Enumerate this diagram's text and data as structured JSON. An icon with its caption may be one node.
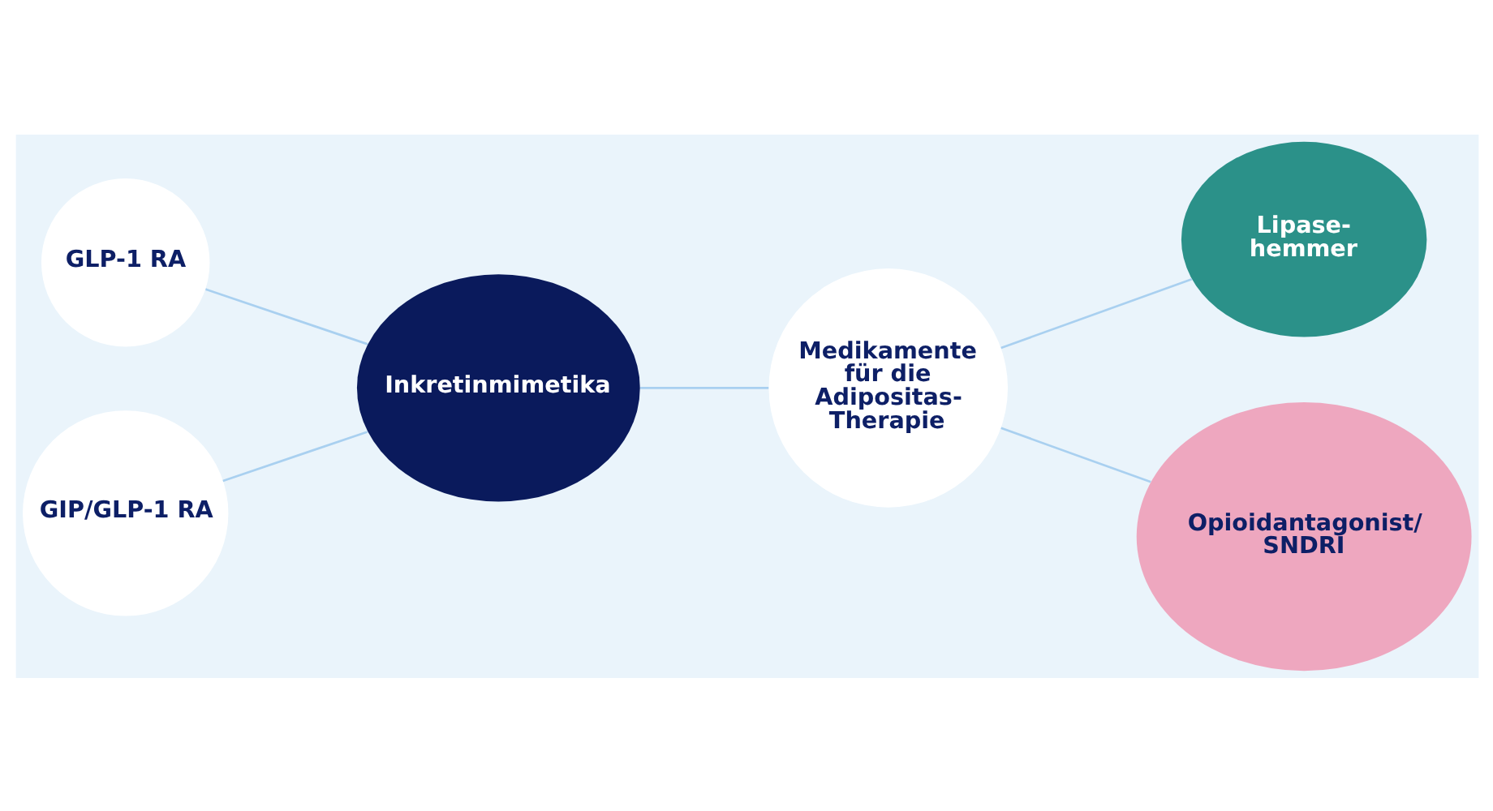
{
  "diagram": {
    "nodes": [
      {
        "text": [
          "GLP-1 RA"
        ]
      },
      {
        "text": [
          "GIP/GLP-1 RA"
        ]
      },
      {
        "text": [
          "Inkretinmimetika"
        ]
      },
      {
        "text": [
          "Medikamente für die Adipositas- Therapie"
        ]
      },
      {
        "text": [
          "Lipase- hemmer"
        ]
      },
      {
        "text": [
          "Opioidantagonist/ SNDRI"
        ]
      }
    ],
    "edges": [
      {
        "from": 0,
        "to": 2,
        "arrow": "none"
      },
      {
        "from": 1,
        "to": 2,
        "arrow": "none"
      },
      {
        "from": 2,
        "to": 3,
        "arrow": "none"
      },
      {
        "from": 3,
        "to": 4,
        "arrow": "none"
      },
      {
        "from": 3,
        "to": 5,
        "arrow": "none"
      }
    ]
  }
}
